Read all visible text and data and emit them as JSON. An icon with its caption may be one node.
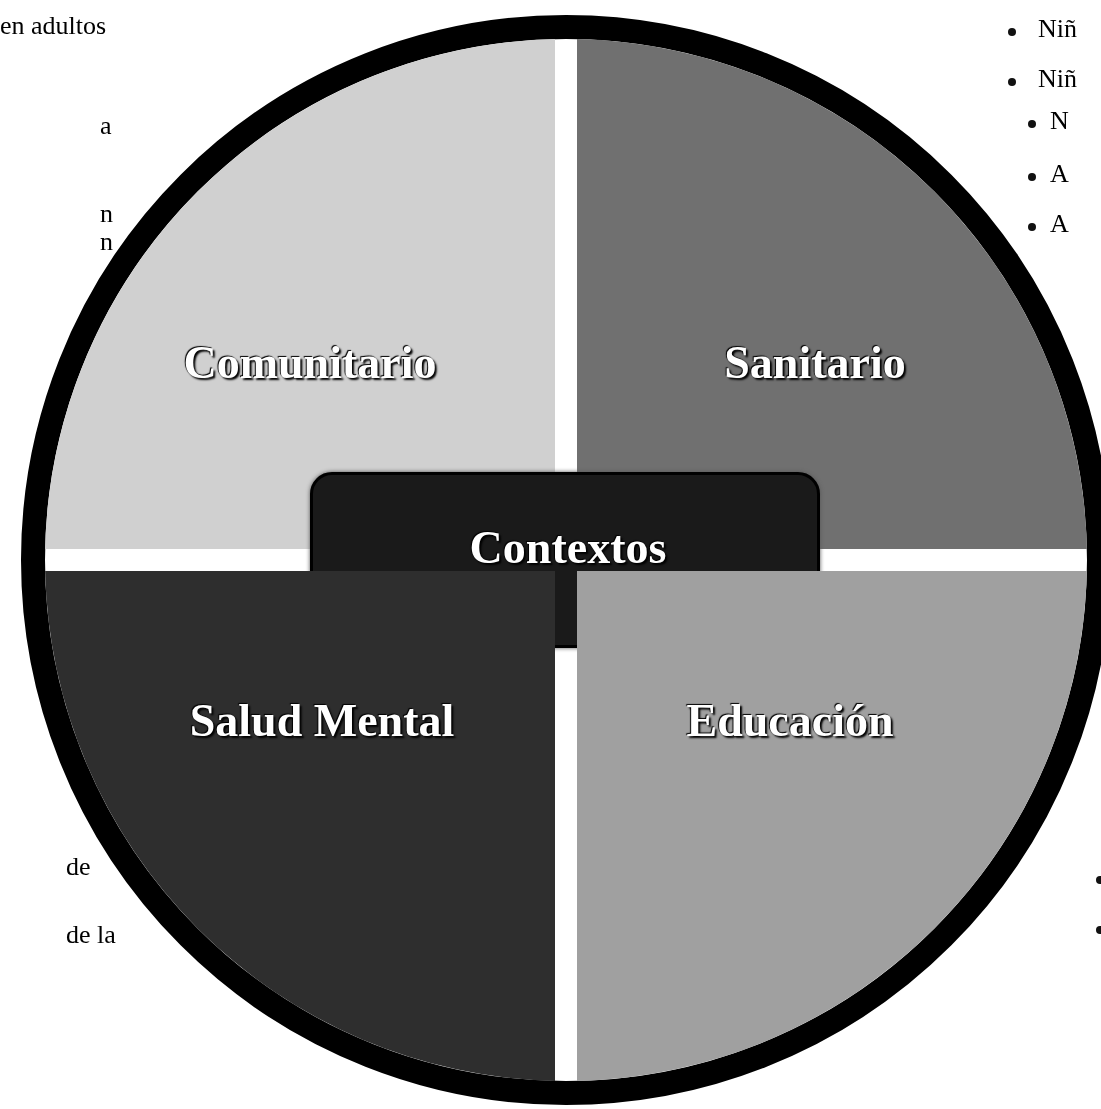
{
  "diagram": {
    "nodes": [
      {
        "text": [
          "Comunitario"
        ]
      },
      {
        "text": [
          "Sanitario"
        ]
      },
      {
        "text": [
          "Contextos"
        ]
      },
      {
        "text": [
          "Salud Mental"
        ]
      },
      {
        "text": [
          "Educación"
        ]
      }
    ],
    "labels": [
      "en adultos",
      "a",
      "n",
      "n",
      "de",
      "de la",
      "Niñ",
      "Niñ",
      "N",
      "A",
      "A"
    ]
  }
}
